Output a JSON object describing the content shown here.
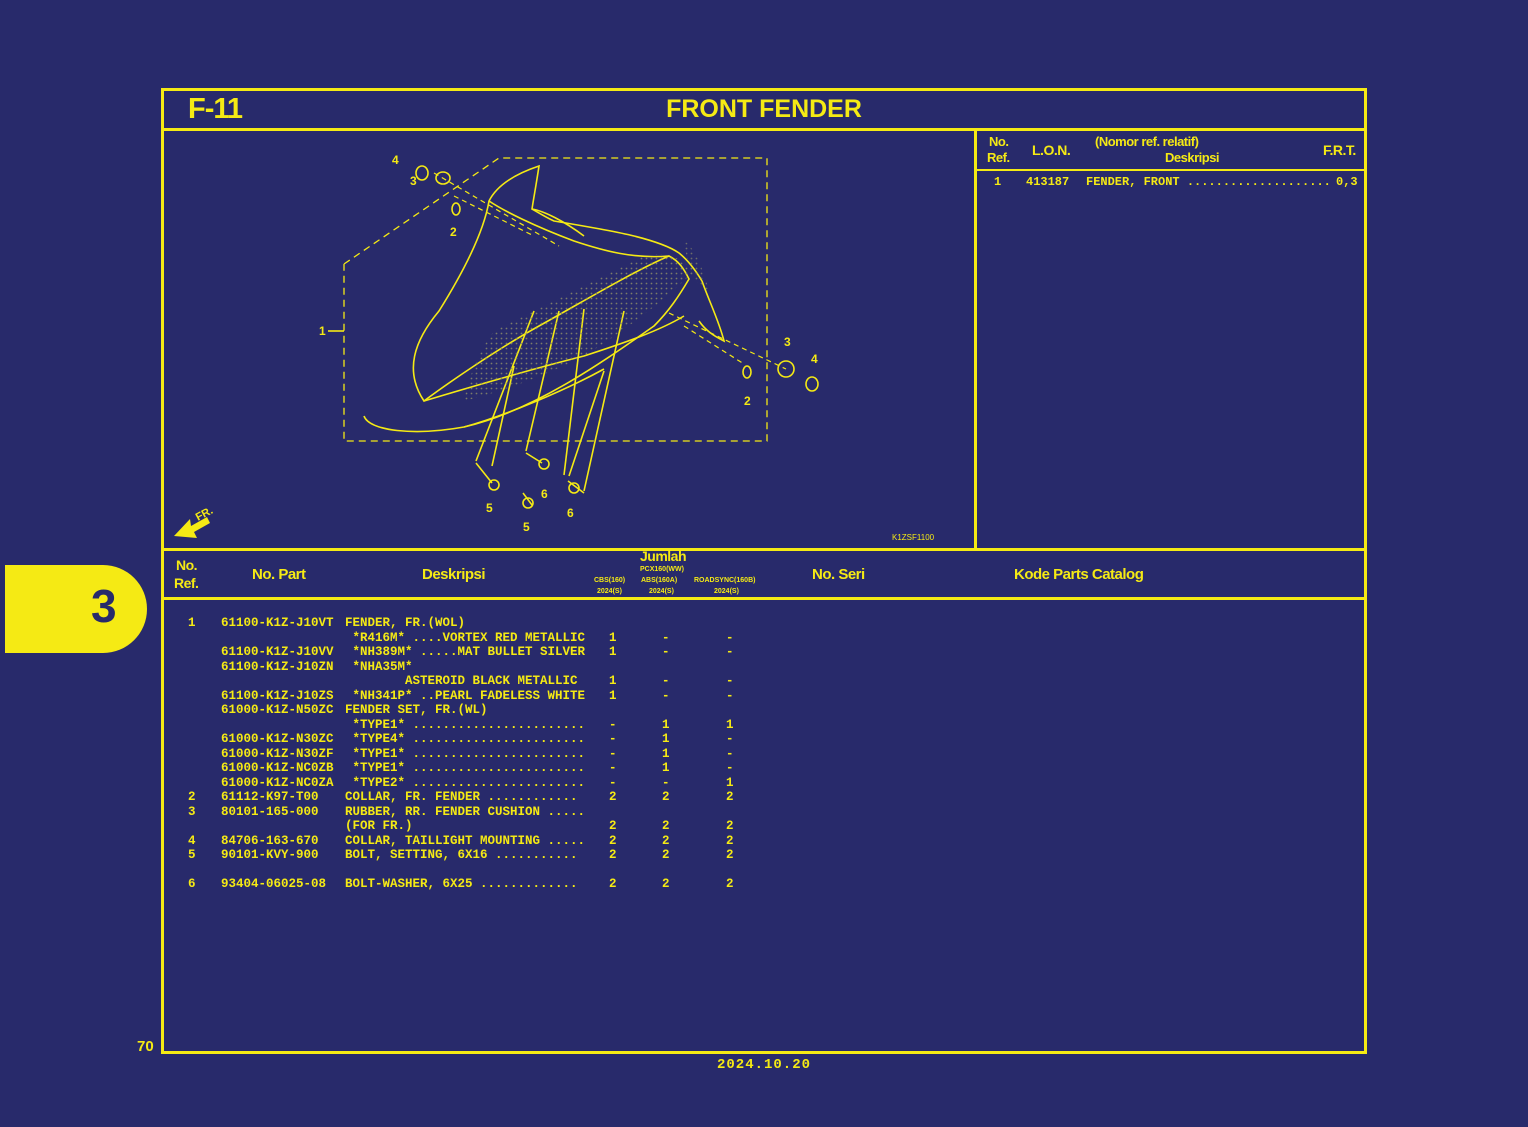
{
  "header": {
    "code": "F-11",
    "title": "FRONT FENDER"
  },
  "diagram": {
    "callouts": [
      "1",
      "2",
      "3",
      "4",
      "2",
      "3",
      "4",
      "5",
      "5",
      "6",
      "6"
    ],
    "direction_label": "FR.",
    "figure_code": "K1ZSF1100"
  },
  "right_panel": {
    "col_no": "No.",
    "col_ref": "Ref.",
    "col_lon": "L.O.N.",
    "col_nomor": "(Nomor ref. relatif)",
    "col_desc": "Deskripsi",
    "col_frt": "F.R.T.",
    "rows": [
      {
        "ref": "1",
        "lon": "413187",
        "desc": "FENDER, FRONT ....................",
        "frt": "0,3"
      }
    ]
  },
  "table": {
    "header": {
      "no": "No.",
      "ref": "Ref.",
      "part": "No. Part",
      "desc": "Deskripsi",
      "jumlah": "Jumlah",
      "seri": "No. Seri",
      "kode": "Kode Parts Catalog",
      "sub": [
        "PCX160(WW)",
        "CBS(160)",
        "ABS(160A)",
        "ROADSYNC(160B)",
        "2024(S)",
        "2024(S)",
        "2024(S)"
      ]
    },
    "rows": [
      {
        "ref": "1",
        "part": "61100-K1Z-J10VT",
        "desc": "FENDER, FR.(WOL)",
        "q1": "",
        "q2": "",
        "q3": ""
      },
      {
        "ref": "",
        "part": "",
        "desc": " *R416M* ....VORTEX RED METALLIC",
        "q1": "1",
        "q2": "-",
        "q3": "-"
      },
      {
        "ref": "",
        "part": "61100-K1Z-J10VV",
        "desc": " *NH389M* .....MAT BULLET SILVER",
        "q1": "1",
        "q2": "-",
        "q3": "-"
      },
      {
        "ref": "",
        "part": "61100-K1Z-J10ZN",
        "desc": " *NHA35M*",
        "q1": "",
        "q2": "",
        "q3": ""
      },
      {
        "ref": "",
        "part": "",
        "desc": "        ASTEROID BLACK METALLIC",
        "q1": "1",
        "q2": "-",
        "q3": "-"
      },
      {
        "ref": "",
        "part": "61100-K1Z-J10ZS",
        "desc": " *NH341P* ..PEARL FADELESS WHITE",
        "q1": "1",
        "q2": "-",
        "q3": "-"
      },
      {
        "ref": "",
        "part": "61000-K1Z-N50ZC",
        "desc": "FENDER SET, FR.(WL)",
        "q1": "",
        "q2": "",
        "q3": ""
      },
      {
        "ref": "",
        "part": "",
        "desc": " *TYPE1* .......................",
        "q1": "-",
        "q2": "1",
        "q3": "1"
      },
      {
        "ref": "",
        "part": "61000-K1Z-N30ZC",
        "desc": " *TYPE4* .......................",
        "q1": "-",
        "q2": "1",
        "q3": "-"
      },
      {
        "ref": "",
        "part": "61000-K1Z-N30ZF",
        "desc": " *TYPE1* .......................",
        "q1": "-",
        "q2": "1",
        "q3": "-"
      },
      {
        "ref": "",
        "part": "61000-K1Z-NC0ZB",
        "desc": " *TYPE1* .......................",
        "q1": "-",
        "q2": "1",
        "q3": "-"
      },
      {
        "ref": "",
        "part": "61000-K1Z-NC0ZA",
        "desc": " *TYPE2* .......................",
        "q1": "-",
        "q2": "-",
        "q3": "1"
      },
      {
        "ref": "2",
        "part": "61112-K97-T00",
        "desc": "COLLAR, FR. FENDER ............",
        "q1": "2",
        "q2": "2",
        "q3": "2"
      },
      {
        "ref": "3",
        "part": "80101-165-000",
        "desc": "RUBBER, RR. FENDER CUSHION .....",
        "q1": "",
        "q2": "",
        "q3": ""
      },
      {
        "ref": "",
        "part": "",
        "desc": "(FOR FR.)",
        "q1": "2",
        "q2": "2",
        "q3": "2"
      },
      {
        "ref": "4",
        "part": "84706-163-670",
        "desc": "COLLAR, TAILLIGHT MOUNTING .....",
        "q1": "2",
        "q2": "2",
        "q3": "2"
      },
      {
        "ref": "5",
        "part": "90101-KVY-900",
        "desc": "BOLT, SETTING, 6X16 ...........",
        "q1": "2",
        "q2": "2",
        "q3": "2"
      },
      {
        "ref": "",
        "part": "",
        "desc": "",
        "q1": "",
        "q2": "",
        "q3": ""
      },
      {
        "ref": "6",
        "part": "93404-06025-08",
        "desc": "BOLT-WASHER, 6X25 .............",
        "q1": "2",
        "q2": "2",
        "q3": "2"
      }
    ]
  },
  "section_tab": "3",
  "page_number": "70",
  "date": "2024.10.20",
  "colors": {
    "background": "#282a6b",
    "accent": "#f5ea14"
  }
}
